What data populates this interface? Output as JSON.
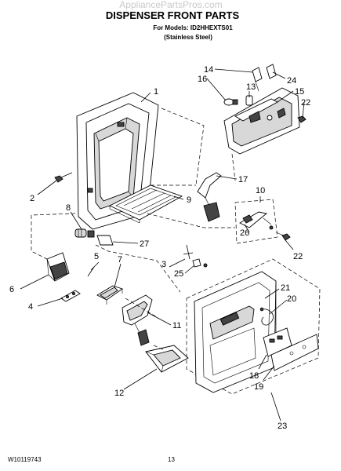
{
  "header": {
    "watermark": "AppliancePartsPros.com",
    "title": "DISPENSER FRONT PARTS",
    "models": "For Models: ID2HHEXTS01",
    "finish": "(Stainless Steel)"
  },
  "callouts": [
    "1",
    "2",
    "3",
    "4",
    "5",
    "6",
    "7",
    "8",
    "9",
    "10",
    "11",
    "12",
    "13",
    "14",
    "15",
    "16",
    "17",
    "18",
    "19",
    "20",
    "21",
    "22",
    "22",
    "23",
    "24",
    "25",
    "26",
    "27"
  ],
  "footer": {
    "doc_number": "W10119743",
    "page_number": "13"
  }
}
